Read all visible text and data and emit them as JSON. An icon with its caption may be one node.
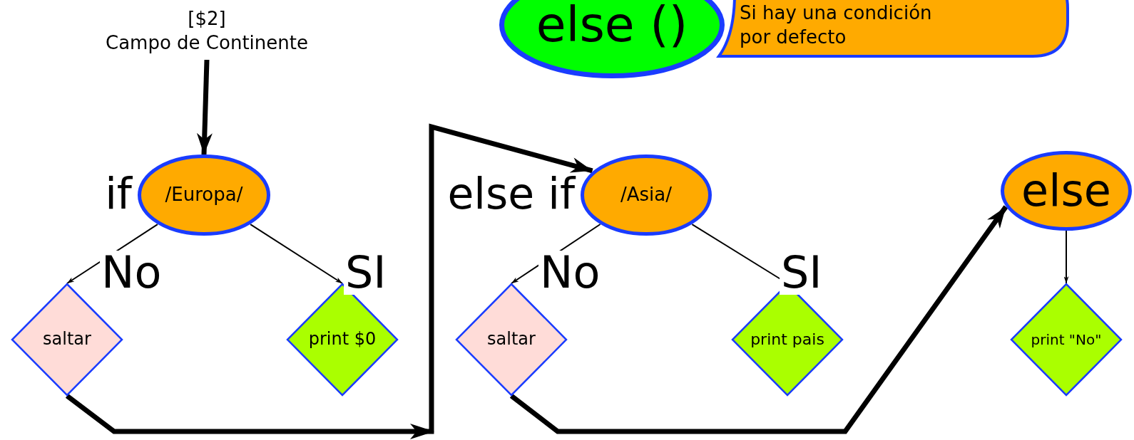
{
  "diagram": {
    "nodes": [
      {
        "text": [
          "[$2]",
          "Campo de Continente"
        ]
      },
      {
        "text": [
          "/Europa/"
        ],
        "beside": [
          "if"
        ]
      },
      {
        "text": [
          "saltar"
        ]
      },
      {
        "text": [
          "print $0"
        ]
      },
      {
        "text": [
          "/Asia/"
        ],
        "beside": [
          "else if"
        ]
      },
      {
        "text": [
          "saltar"
        ]
      },
      {
        "text": [
          "print pais"
        ]
      },
      {
        "text": [
          "else"
        ]
      },
      {
        "text": [
          "print \"No\""
        ]
      },
      {
        "text": [
          "else ()"
        ]
      },
      {
        "text": [
          "Si hay una condición por defecto"
        ]
      }
    ],
    "edges": [
      {
        "from": 0,
        "to": 1,
        "arrow": "to",
        "style": "thick"
      },
      {
        "from": 1,
        "to": 2,
        "arrow": "to",
        "label": "No"
      },
      {
        "from": 1,
        "to": 3,
        "arrow": "to",
        "label": "SI"
      },
      {
        "from": 2,
        "to": 4,
        "arrow": "to",
        "style": "thick"
      },
      {
        "from": 4,
        "to": 5,
        "arrow": "to",
        "label": "No"
      },
      {
        "from": 4,
        "to": 6,
        "arrow": "to",
        "label": "SI"
      },
      {
        "from": 5,
        "to": 7,
        "arrow": "to",
        "style": "thick"
      },
      {
        "from": 7,
        "to": 8,
        "arrow": "to"
      }
    ]
  }
}
